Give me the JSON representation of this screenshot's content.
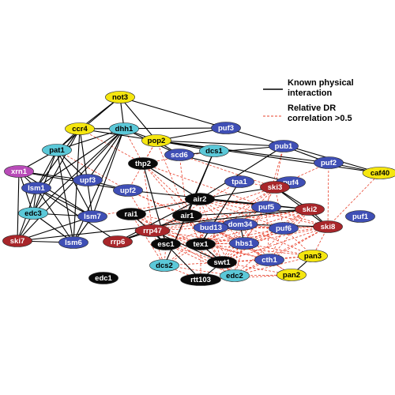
{
  "legend": {
    "physical_line1": "Known physical",
    "physical_line2": "interaction",
    "dr_line1": "Relative DR",
    "dr_line2": "correlation >0.5",
    "physical_color": "#000000",
    "dr_color": "#e8432e"
  },
  "colors": {
    "yellow": "#f5e60f",
    "cyan": "#5bc8d8",
    "blue": "#3f4fb5",
    "red": "#a8262a",
    "black": "#0a0a0a",
    "magenta": "#b84bb8"
  },
  "nodes": [
    {
      "id": "not3",
      "label": "not3",
      "color": "yellow"
    },
    {
      "id": "ccr4",
      "label": "ccr4",
      "color": "yellow"
    },
    {
      "id": "dhh1",
      "label": "dhh1",
      "color": "cyan"
    },
    {
      "id": "pop2",
      "label": "pop2",
      "color": "yellow"
    },
    {
      "id": "puf3",
      "label": "puf3",
      "color": "blue"
    },
    {
      "id": "pat1",
      "label": "pat1",
      "color": "cyan"
    },
    {
      "id": "dcs1",
      "label": "dcs1",
      "color": "cyan"
    },
    {
      "id": "pub1",
      "label": "pub1",
      "color": "blue"
    },
    {
      "id": "scd6",
      "label": "scd6",
      "color": "blue"
    },
    {
      "id": "thp2",
      "label": "thp2",
      "color": "black"
    },
    {
      "id": "puf2",
      "label": "puf2",
      "color": "blue"
    },
    {
      "id": "caf40",
      "label": "caf40",
      "color": "yellow"
    },
    {
      "id": "xrn1",
      "label": "xrn1",
      "color": "magenta"
    },
    {
      "id": "upf3",
      "label": "upf3",
      "color": "blue"
    },
    {
      "id": "tpa1",
      "label": "tpa1",
      "color": "blue"
    },
    {
      "id": "puf4",
      "label": "puf4",
      "color": "blue"
    },
    {
      "id": "lsm1",
      "label": "lsm1",
      "color": "blue"
    },
    {
      "id": "upf2",
      "label": "upf2",
      "color": "blue"
    },
    {
      "id": "ski3",
      "label": "ski3",
      "color": "red"
    },
    {
      "id": "edc3",
      "label": "edc3",
      "color": "cyan"
    },
    {
      "id": "air2",
      "label": "air2",
      "color": "black"
    },
    {
      "id": "puf5",
      "label": "puf5",
      "color": "blue"
    },
    {
      "id": "ski2",
      "label": "ski2",
      "color": "red"
    },
    {
      "id": "lsm7",
      "label": "lsm7",
      "color": "blue"
    },
    {
      "id": "rai1",
      "label": "rai1",
      "color": "black"
    },
    {
      "id": "air1",
      "label": "air1",
      "color": "black"
    },
    {
      "id": "puf1",
      "label": "puf1",
      "color": "blue"
    },
    {
      "id": "rrp47",
      "label": "rrp47",
      "color": "red"
    },
    {
      "id": "dom34",
      "label": "dom34",
      "color": "blue"
    },
    {
      "id": "bud13",
      "label": "bud13",
      "color": "blue"
    },
    {
      "id": "puf6",
      "label": "puf6",
      "color": "blue"
    },
    {
      "id": "ski8",
      "label": "ski8",
      "color": "red"
    },
    {
      "id": "ski7",
      "label": "ski7",
      "color": "red"
    },
    {
      "id": "lsm6",
      "label": "lsm6",
      "color": "blue"
    },
    {
      "id": "rrp6",
      "label": "rrp6",
      "color": "red"
    },
    {
      "id": "esc1",
      "label": "esc1",
      "color": "black"
    },
    {
      "id": "tex1",
      "label": "tex1",
      "color": "black"
    },
    {
      "id": "hbs1",
      "label": "hbs1",
      "color": "blue"
    },
    {
      "id": "pan3",
      "label": "pan3",
      "color": "yellow"
    },
    {
      "id": "swt1",
      "label": "swt1",
      "color": "black"
    },
    {
      "id": "cth1",
      "label": "cth1",
      "color": "blue"
    },
    {
      "id": "dcs2",
      "label": "dcs2",
      "color": "cyan"
    },
    {
      "id": "edc2",
      "label": "edc2",
      "color": "cyan"
    },
    {
      "id": "pan2",
      "label": "pan2",
      "color": "yellow"
    },
    {
      "id": "edc1",
      "label": "edc1",
      "color": "black"
    },
    {
      "id": "rtt103",
      "label": "rtt103",
      "color": "black"
    }
  ],
  "physical_edges": [
    [
      "not3",
      "ccr4"
    ],
    [
      "not3",
      "dhh1"
    ],
    [
      "not3",
      "pop2"
    ],
    [
      "not3",
      "caf40"
    ],
    [
      "not3",
      "pat1"
    ],
    [
      "ccr4",
      "dhh1"
    ],
    [
      "ccr4",
      "pop2"
    ],
    [
      "ccr4",
      "puf3"
    ],
    [
      "ccr4",
      "lsm1"
    ],
    [
      "ccr4",
      "lsm7"
    ],
    [
      "ccr4",
      "edc3"
    ],
    [
      "ccr4",
      "pat1"
    ],
    [
      "ccr4",
      "lsm6"
    ],
    [
      "dhh1",
      "pop2"
    ],
    [
      "dhh1",
      "pat1"
    ],
    [
      "dhh1",
      "lsm1"
    ],
    [
      "dhh1",
      "edc3"
    ],
    [
      "dhh1",
      "lsm6"
    ],
    [
      "dhh1",
      "lsm7"
    ],
    [
      "dhh1",
      "scd6"
    ],
    [
      "dhh1",
      "ski7"
    ],
    [
      "dhh1",
      "upf3"
    ],
    [
      "pop2",
      "puf3"
    ],
    [
      "pop2",
      "caf40"
    ],
    [
      "pop2",
      "dcs1"
    ],
    [
      "pop2",
      "scd6"
    ],
    [
      "pop2",
      "pub1"
    ],
    [
      "pop2",
      "puf2"
    ],
    [
      "pat1",
      "xrn1"
    ],
    [
      "pat1",
      "lsm1"
    ],
    [
      "pat1",
      "edc3"
    ],
    [
      "pat1",
      "lsm7"
    ],
    [
      "pat1",
      "lsm6"
    ],
    [
      "pat1",
      "upf3"
    ],
    [
      "xrn1",
      "lsm1"
    ],
    [
      "xrn1",
      "edc3"
    ],
    [
      "xrn1",
      "upf2"
    ],
    [
      "xrn1",
      "ski7"
    ],
    [
      "xrn1",
      "lsm7"
    ],
    [
      "xrn1",
      "upf3"
    ],
    [
      "lsm1",
      "edc3"
    ],
    [
      "lsm1",
      "lsm7"
    ],
    [
      "lsm1",
      "lsm6"
    ],
    [
      "lsm1",
      "ski7"
    ],
    [
      "lsm1",
      "rrp6"
    ],
    [
      "edc3",
      "lsm7"
    ],
    [
      "edc3",
      "lsm6"
    ],
    [
      "edc3",
      "ski7"
    ],
    [
      "lsm7",
      "lsm6"
    ],
    [
      "lsm7",
      "ski7"
    ],
    [
      "lsm6",
      "ski7"
    ],
    [
      "upf3",
      "upf2"
    ],
    [
      "upf2",
      "ski2"
    ],
    [
      "scd6",
      "pub1"
    ],
    [
      "scd6",
      "puf4"
    ],
    [
      "pub1",
      "puf2"
    ],
    [
      "puf2",
      "caf40"
    ],
    [
      "thp2",
      "air2"
    ],
    [
      "thp2",
      "esc1"
    ],
    [
      "dcs1",
      "dcs2"
    ],
    [
      "dcs1",
      "air1"
    ],
    [
      "pub1",
      "air2"
    ],
    [
      "tpa1",
      "tex1"
    ],
    [
      "air2",
      "ski3"
    ],
    [
      "air2",
      "ski2"
    ],
    [
      "air2",
      "rai1"
    ],
    [
      "air2",
      "rrp6"
    ],
    [
      "air1",
      "rrp6"
    ],
    [
      "air1",
      "ski2"
    ],
    [
      "ski3",
      "ski2"
    ],
    [
      "ski3",
      "ski8"
    ],
    [
      "ski2",
      "ski8"
    ],
    [
      "ski7",
      "ski2"
    ],
    [
      "rai1",
      "esc1"
    ],
    [
      "rrp47",
      "rrp6"
    ],
    [
      "rrp47",
      "esc1"
    ],
    [
      "rrp47",
      "swt1"
    ],
    [
      "esc1",
      "rtt103"
    ],
    [
      "bud13",
      "tex1"
    ],
    [
      "bud13",
      "dom34"
    ],
    [
      "dom34",
      "hbs1"
    ],
    [
      "dom34",
      "ski8"
    ],
    [
      "pan3",
      "pan2"
    ],
    [
      "swt1",
      "tex1"
    ],
    [
      "swt1",
      "rtt103"
    ]
  ],
  "dr_edges": [
    [
      "ccr4",
      "thp2"
    ],
    [
      "dhh1",
      "thp2"
    ],
    [
      "pop2",
      "thp2"
    ],
    [
      "pop2",
      "air1"
    ],
    [
      "pop2",
      "upf2"
    ],
    [
      "dcs1",
      "thp2"
    ],
    [
      "pat1",
      "upf2"
    ],
    [
      "scd6",
      "ski3"
    ],
    [
      "scd6",
      "air1"
    ],
    [
      "pub1",
      "ski3"
    ],
    [
      "pub1",
      "puf5"
    ],
    [
      "puf2",
      "ski8"
    ],
    [
      "puf2",
      "ski3"
    ],
    [
      "caf40",
      "ski8"
    ],
    [
      "upf2",
      "air1"
    ],
    [
      "upf2",
      "rrp47"
    ],
    [
      "upf2",
      "bud13"
    ],
    [
      "thp2",
      "puf5"
    ],
    [
      "thp2",
      "bud13"
    ],
    [
      "thp2",
      "air1"
    ],
    [
      "thp2",
      "rrp47"
    ],
    [
      "tpa1",
      "rrp47"
    ],
    [
      "tpa1",
      "bud13"
    ],
    [
      "tpa1",
      "ski3"
    ],
    [
      "puf4",
      "ski3"
    ],
    [
      "air2",
      "bud13"
    ],
    [
      "air2",
      "dom34"
    ],
    [
      "air2",
      "hbs1"
    ],
    [
      "air2",
      "puf6"
    ],
    [
      "air2",
      "tex1"
    ],
    [
      "air2",
      "ski8"
    ],
    [
      "air2",
      "puf5"
    ],
    [
      "puf5",
      "rrp47"
    ],
    [
      "puf5",
      "bud13"
    ],
    [
      "puf5",
      "tex1"
    ],
    [
      "puf5",
      "hbs1"
    ],
    [
      "puf5",
      "cth1"
    ],
    [
      "puf5",
      "swt1"
    ],
    [
      "puf5",
      "ski8"
    ],
    [
      "ski3",
      "rrp47"
    ],
    [
      "ski3",
      "bud13"
    ],
    [
      "ski3",
      "tex1"
    ],
    [
      "ski3",
      "hbs1"
    ],
    [
      "ski3",
      "dom34"
    ],
    [
      "ski3",
      "puf6"
    ],
    [
      "ski2",
      "rrp47"
    ],
    [
      "ski2",
      "bud13"
    ],
    [
      "ski2",
      "tex1"
    ],
    [
      "ski2",
      "hbs1"
    ],
    [
      "ski2",
      "cth1"
    ],
    [
      "ski2",
      "swt1"
    ],
    [
      "ski2",
      "edc2"
    ],
    [
      "ski2",
      "puf6"
    ],
    [
      "ski8",
      "bud13"
    ],
    [
      "ski8",
      "tex1"
    ],
    [
      "ski8",
      "hbs1"
    ],
    [
      "ski8",
      "cth1"
    ],
    [
      "ski8",
      "pan3"
    ],
    [
      "ski8",
      "edc2"
    ],
    [
      "ski8",
      "swt1"
    ],
    [
      "rai1",
      "rrp47"
    ],
    [
      "rai1",
      "bud13"
    ],
    [
      "rai1",
      "dcs2"
    ],
    [
      "rai1",
      "tex1"
    ],
    [
      "rai1",
      "swt1"
    ],
    [
      "air1",
      "rrp47"
    ],
    [
      "air1",
      "bud13"
    ],
    [
      "air1",
      "dom34"
    ],
    [
      "air1",
      "tex1"
    ],
    [
      "air1",
      "hbs1"
    ],
    [
      "air1",
      "cth1"
    ],
    [
      "air1",
      "dcs2"
    ],
    [
      "air1",
      "swt1"
    ],
    [
      "air1",
      "edc2"
    ],
    [
      "rrp47",
      "bud13"
    ],
    [
      "rrp47",
      "tex1"
    ],
    [
      "rrp47",
      "hbs1"
    ],
    [
      "rrp47",
      "dcs2"
    ],
    [
      "rrp47",
      "swt1"
    ],
    [
      "rrp47",
      "cth1"
    ],
    [
      "rrp47",
      "edc2"
    ],
    [
      "bud13",
      "hbs1"
    ],
    [
      "bud13",
      "esc1"
    ],
    [
      "bud13",
      "dcs2"
    ],
    [
      "bud13",
      "swt1"
    ],
    [
      "bud13",
      "cth1"
    ],
    [
      "bud13",
      "edc2"
    ],
    [
      "bud13",
      "puf6"
    ],
    [
      "dom34",
      "tex1"
    ],
    [
      "dom34",
      "swt1"
    ],
    [
      "dom34",
      "cth1"
    ],
    [
      "dom34",
      "edc2"
    ],
    [
      "dom34",
      "pan3"
    ],
    [
      "dom34",
      "puf6"
    ],
    [
      "puf6",
      "hbs1"
    ],
    [
      "puf6",
      "cth1"
    ],
    [
      "puf6",
      "pan3"
    ],
    [
      "puf6",
      "swt1"
    ],
    [
      "puf6",
      "tex1"
    ],
    [
      "puf6",
      "ski8"
    ],
    [
      "esc1",
      "tex1"
    ],
    [
      "esc1",
      "dcs2"
    ],
    [
      "esc1",
      "hbs1"
    ],
    [
      "esc1",
      "swt1"
    ],
    [
      "esc1",
      "edc2"
    ],
    [
      "tex1",
      "hbs1"
    ],
    [
      "tex1",
      "dcs2"
    ],
    [
      "tex1",
      "cth1"
    ],
    [
      "tex1",
      "edc2"
    ],
    [
      "tex1",
      "rtt103"
    ],
    [
      "tex1",
      "pan3"
    ],
    [
      "hbs1",
      "cth1"
    ],
    [
      "hbs1",
      "swt1"
    ],
    [
      "hbs1",
      "edc2"
    ],
    [
      "hbs1",
      "pan3"
    ],
    [
      "hbs1",
      "pan2"
    ],
    [
      "swt1",
      "cth1"
    ],
    [
      "swt1",
      "edc2"
    ],
    [
      "swt1",
      "dcs2"
    ],
    [
      "swt1",
      "pan3"
    ],
    [
      "swt1",
      "pan2"
    ],
    [
      "cth1",
      "edc2"
    ],
    [
      "cth1",
      "pan3"
    ],
    [
      "cth1",
      "pan2"
    ],
    [
      "dcs2",
      "edc2"
    ],
    [
      "dcs2",
      "rtt103"
    ],
    [
      "edc2",
      "pan3"
    ],
    [
      "edc2",
      "pan2"
    ],
    [
      "edc2",
      "rtt103"
    ],
    [
      "rtt103",
      "pan2"
    ],
    [
      "rrp6",
      "rrp47"
    ],
    [
      "rrp6",
      "air1"
    ],
    [
      "lsm7",
      "air2"
    ]
  ]
}
